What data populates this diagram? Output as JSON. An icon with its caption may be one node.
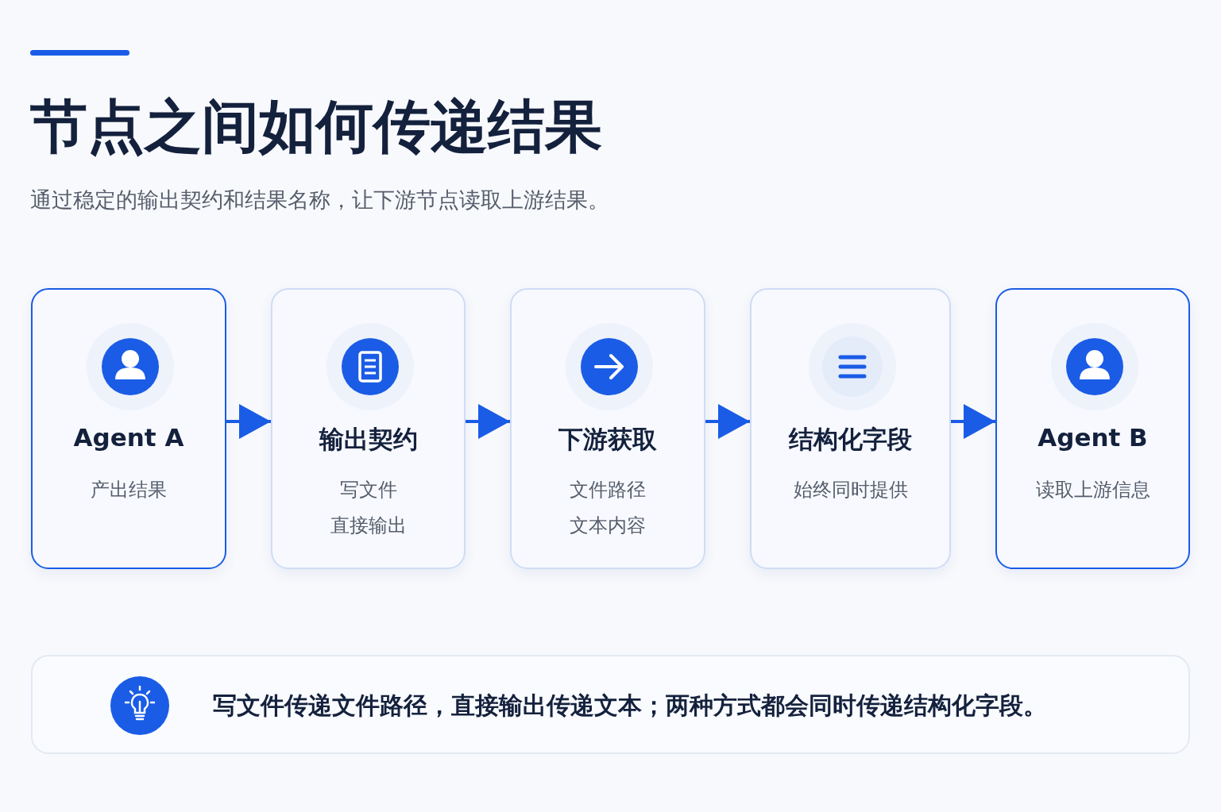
{
  "diagram": {
    "title": "节点之间如何传递结果",
    "nodes": [
      {
        "text": [
          "Agent A",
          "产出结果"
        ]
      },
      {
        "text": [
          "输出契约",
          "写文件",
          "直接输出"
        ]
      },
      {
        "text": [
          "下游获取",
          "文件路径",
          "文本内容"
        ]
      },
      {
        "text": [
          "结构化字段",
          "始终同时提供"
        ]
      },
      {
        "text": [
          "Agent B",
          "读取上游信息"
        ]
      },
      {
        "text": [
          "写文件传递文件路径，直接输出传递文本；两种方式都会同时传递结构化字段。"
        ]
      }
    ],
    "edges": [
      {
        "from": 0,
        "to": 1,
        "arrow": "to"
      },
      {
        "from": 1,
        "to": 2,
        "arrow": "to"
      },
      {
        "from": 2,
        "to": 3,
        "arrow": "to"
      },
      {
        "from": 3,
        "to": 4,
        "arrow": "to"
      }
    ],
    "labels": [
      "通过稳定的输出契约和结果名称，让下游节点读取上游结果。"
    ]
  }
}
